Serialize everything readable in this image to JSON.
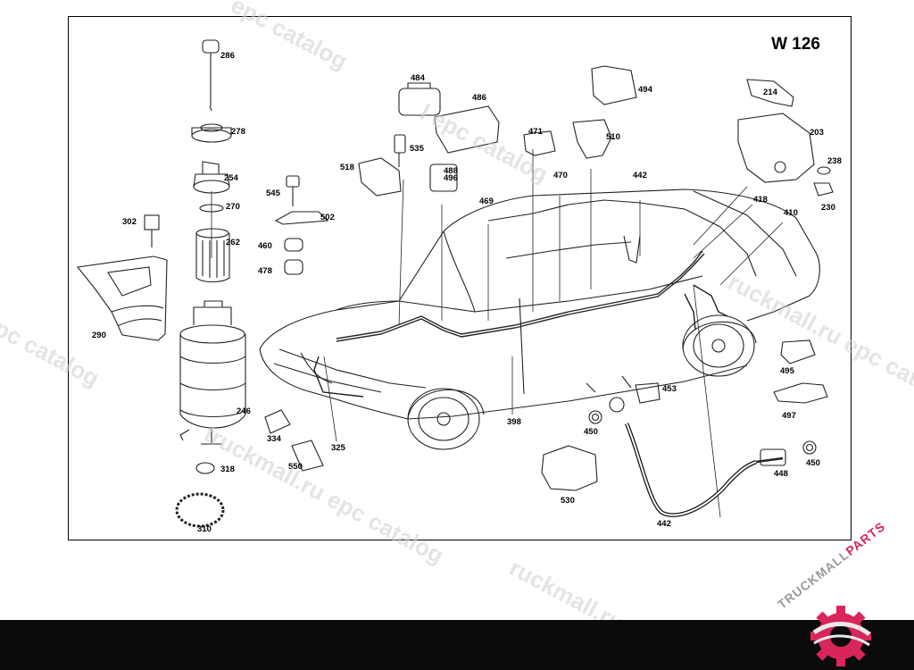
{
  "diagram": {
    "model": "W 126",
    "part_numbers": [
      "286",
      "278",
      "254",
      "270",
      "262",
      "302",
      "290",
      "246",
      "318",
      "310",
      "334",
      "325",
      "550",
      "545",
      "502",
      "460",
      "478",
      "518",
      "484",
      "535",
      "486",
      "488",
      "496",
      "469",
      "471",
      "470",
      "510",
      "494",
      "442",
      "214",
      "203",
      "238",
      "230",
      "418",
      "410",
      "398",
      "453",
      "450",
      "495",
      "497",
      "448",
      "530",
      "442",
      "450"
    ]
  },
  "watermark": {
    "text": "truckmall.ru epc catalog",
    "fragment_1": "epc catalog",
    "fragment_2": "epc catalog",
    "fragment_3": "ruckmall.ru epc catalog",
    "fragment_4": "l epc catalog",
    "fragment_5": "ruckmall.ru e"
  },
  "branding": {
    "logo_text_main": "TRUCKMALL",
    "logo_text_accent": "PARTS",
    "accent_color": "#d8265a",
    "bar_color": "#0b0b0b"
  }
}
